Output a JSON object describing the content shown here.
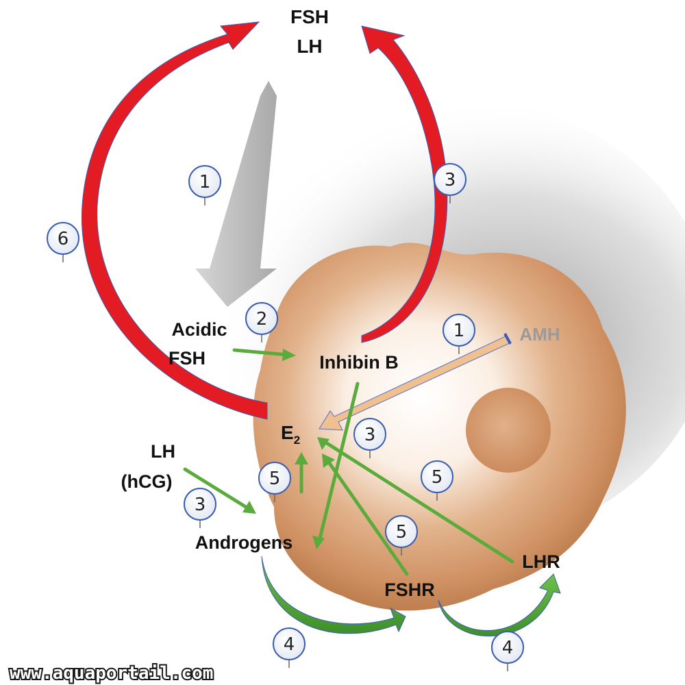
{
  "labels": {
    "fsh_top": "FSH",
    "lh_top": "LH",
    "acidic": "Acidic",
    "fsh_acidic": "FSH",
    "inhibin_b": "Inhibin B",
    "amh": "AMH",
    "e2_main": "E",
    "e2_sub": "2",
    "lh_left": "LH",
    "hcg": "(hCG)",
    "androgens": "Androgens",
    "fshr": "FSHR",
    "lhr": "LHR"
  },
  "step_markers": {
    "n1_grey": "1",
    "n3_top": "3",
    "n6": "6",
    "n2": "2",
    "n1_amh": "1",
    "n3_mid": "3",
    "n5_left": "5",
    "n3_left": "3",
    "n5_right": "5",
    "n5_mid": "5",
    "n4_left": "4",
    "n4_right": "4"
  },
  "watermark": "www.aquaportail.com",
  "colors": {
    "feedback_arrow": "#e31b23",
    "stimulation_arrow": "#5aab3c",
    "amh_arrow": "#f0c08f",
    "grey_arrow": "#bdbdbd",
    "cell_body": "#c98a5b",
    "amh_text": "#9a9a9a",
    "marker_border": "#3a5db0"
  }
}
